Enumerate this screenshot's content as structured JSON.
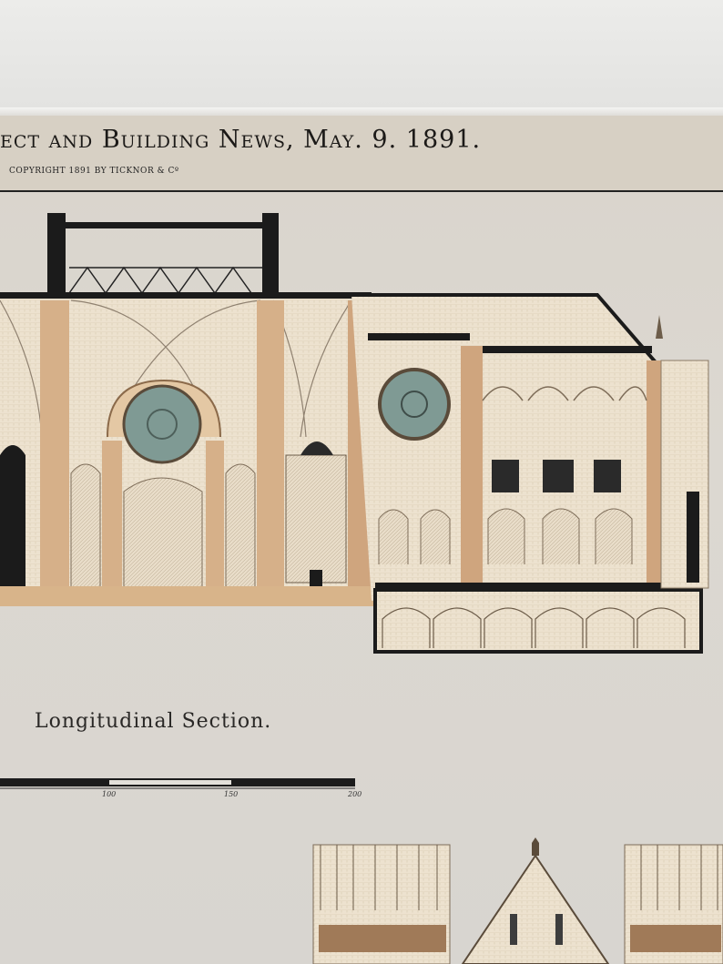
{
  "masthead": "ect and Building News, May. 9. 1891.",
  "copyright": "COPYRIGHT 1891 BY TICKNOR & Cº",
  "caption": "Longitudinal Section.",
  "scale": {
    "labels": [
      "100",
      "150",
      "200"
    ]
  },
  "colors": {
    "paper": "#d9d4cc",
    "ink": "#1c1a18",
    "wash": "#d8b48a",
    "glass": "#7f9a94"
  }
}
